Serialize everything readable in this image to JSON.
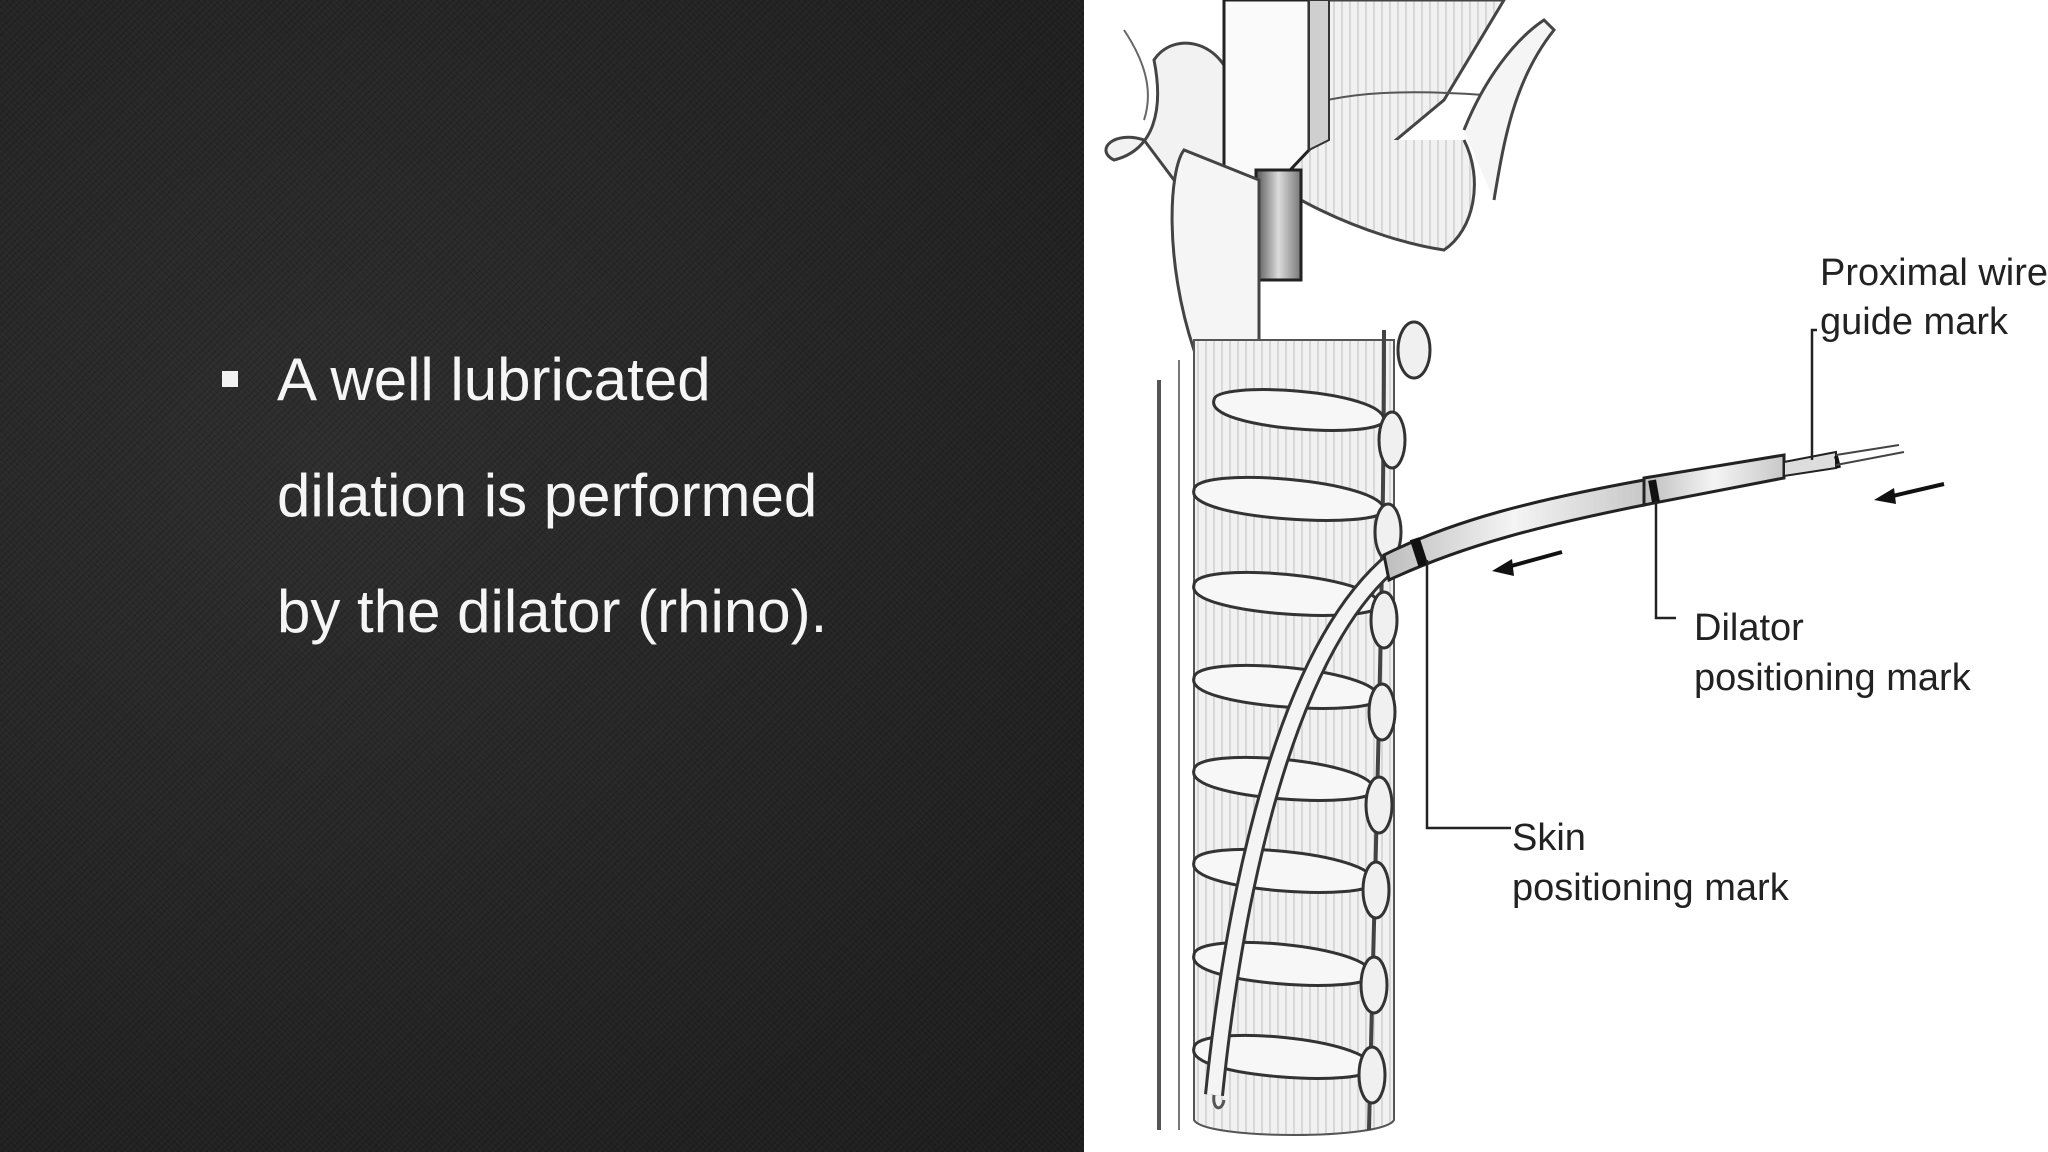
{
  "bullet": {
    "line1": "A well lubricated",
    "line2": "dilation is performed",
    "line3": "by the dilator (rhino)."
  },
  "diagram": {
    "labels": {
      "proximal_wire_1": "Proximal wire",
      "proximal_wire_2": "guide mark",
      "dilator_1": "Dilator",
      "dilator_2": "positioning mark",
      "skin_1": "Skin",
      "skin_2": "positioning mark"
    }
  }
}
